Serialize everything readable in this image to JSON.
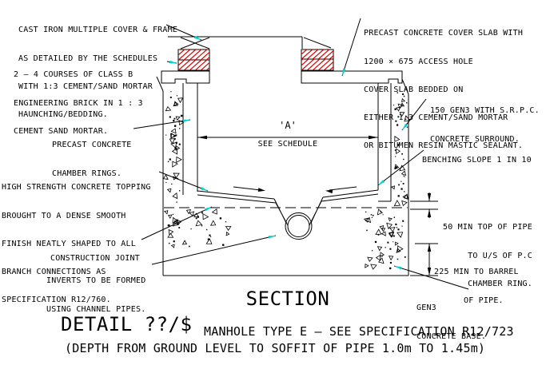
{
  "colors": {
    "line": "#000000",
    "brick_hatch": "#dd0000",
    "leader_arrow": "#00d5d5",
    "background": "#ffffff"
  },
  "notes": {
    "cast_iron": [
      "CAST IRON MULTIPLE COVER & FRAME",
      "AS DETAILED BY THE SCHEDULES",
      "WITH 1:3 CEMENT/SAND MORTAR",
      "HAUNCHING/BEDDING."
    ],
    "brick": [
      "2 – 4 COURSES OF CLASS B",
      "ENGINEERING BRICK IN 1 : 3",
      "CEMENT SAND MORTAR."
    ],
    "cover_slab": [
      "PRECAST CONCRETE COVER SLAB WITH",
      "1200 × 675 ACCESS HOLE",
      "COVER SLAB BEDDED ON",
      "EITHER 1:3 CEMENT/SAND MORTAR",
      "OR BITUMEN RESIN MASTIC SEALANT."
    ],
    "surround": [
      "150 GEN3 WITH S.R.P.C.",
      "CONCRETE SURROUND."
    ],
    "chamber_rings": [
      "PRECAST CONCRETE",
      "CHAMBER RINGS."
    ],
    "benching": "BENCHING SLOPE 1 IN 10",
    "topping": [
      "HIGH STRENGTH CONCRETE TOPPING",
      "BROUGHT TO A DENSE SMOOTH",
      "FINISH NEATLY SHAPED TO ALL",
      "BRANCH CONNECTIONS AS",
      "SPECIFICATION R12/760."
    ],
    "construction_joint": "CONSTRUCTION JOINT",
    "inverts": [
      "INVERTS TO BE FORMED",
      "USING CHANNEL PIPES."
    ],
    "dim_50": [
      "50 MIN TOP OF PIPE",
      "TO U/S OF P.C",
      "CHAMBER RING."
    ],
    "dim_225": [
      "225 MIN TO BARREL",
      "OF PIPE."
    ],
    "base": [
      "GEN3",
      "CONCRETE BASE."
    ]
  },
  "dim_a": {
    "label": "'A'",
    "sub": "SEE SCHEDULE"
  },
  "titles": {
    "section": "SECTION",
    "detail": "DETAIL ??/$",
    "type_line": "MANHOLE TYPE E – SEE SPECIFICATION R12/723",
    "depth_line": "(DEPTH FROM GROUND LEVEL TO SOFFIT OF PIPE 1.0m TO 1.45m)"
  }
}
